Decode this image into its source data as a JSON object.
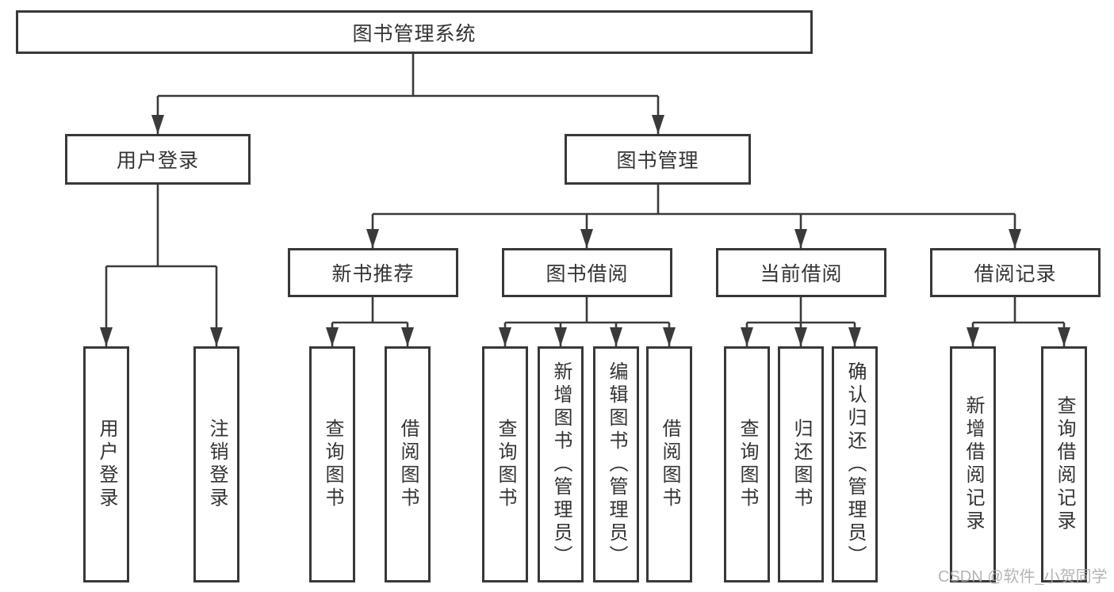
{
  "root": {
    "label": "图书管理系统"
  },
  "branches": [
    {
      "label": "用户登录",
      "children": [
        "用户登录",
        "注销登录"
      ]
    },
    {
      "label": "图书管理",
      "children": [
        {
          "label": "新书推荐",
          "children": [
            "查询图书",
            "借阅图书"
          ]
        },
        {
          "label": "图书借阅",
          "children": [
            "查询图书",
            "新增图书（管理员）",
            "编辑图书（管理员）",
            "借阅图书"
          ]
        },
        {
          "label": "当前借阅",
          "children": [
            "查询图书",
            "归还图书",
            "确认归还（管理员）"
          ]
        },
        {
          "label": "借阅记录",
          "children": [
            "新增借阅记录",
            "查询借阅记录"
          ]
        }
      ]
    }
  ],
  "watermark": "CSDN @软件_小贺同学",
  "colors": {
    "line": "#3a3a3a",
    "border": "#383838",
    "text": "#333333",
    "background": "#ffffff",
    "watermark": "#a8a8a8"
  }
}
